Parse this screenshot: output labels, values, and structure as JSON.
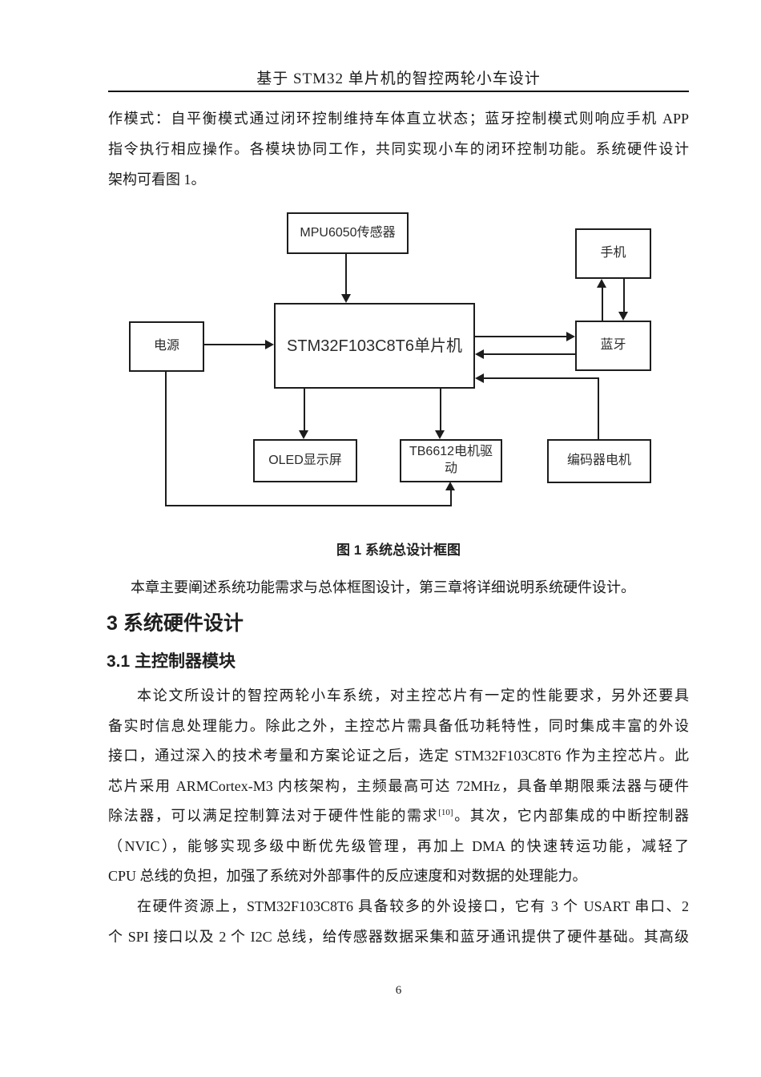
{
  "header": {
    "title": "基于 STM32 单片机的智控两轮小车设计"
  },
  "intro": {
    "lines": [
      "作模式：自平衡模式通过闭环控制维持车体直立状态；蓝牙控制模式则响应手机 APP",
      "指令执行相应操作。各模块协同工作，共同实现小车的闭环控制功能。系统硬件设计",
      "架构可看图 1。"
    ]
  },
  "diagram": {
    "caption": "图 1 系统总设计框图",
    "boxes": {
      "mpu": "MPU6050传感器",
      "phone": "手机",
      "power": "电源",
      "mcu": "STM32F103C8T6单片机",
      "bluetooth": "蓝牙",
      "oled": "OLED显示屏",
      "motor_driver": "TB6612电机驱动",
      "encoder": "编码器电机"
    }
  },
  "summary_line": "本章主要阐述系统功能需求与总体框图设计，第三章将详细说明系统硬件设计。",
  "headings": {
    "h1": "3 系统硬件设计",
    "h2": "3.1 主控制器模块"
  },
  "para1": {
    "lines": [
      "本论文所设计的智控两轮小车系统，对主控芯片有一定的性能要求，另外还要具",
      "备实时信息处理能力。除此之外，主控芯片需具备低功耗特性，同时集成丰富的外设",
      "接口，通过深入的技术考量和方案论证之后，选定 STM32F103C8T6 作为主控芯片。此",
      "芯片采用 ARMCortex-M3 内核架构，主频最高可达 72MHz，具备单期限乘法器与硬件",
      {
        "pre": "除法器，可以满足控制算法对于硬件性能的需求",
        "sup": "[10]",
        "post": "。其次，它内部集成的中断控制器"
      },
      "（NVIC），能够实现多级中断优先级管理，再加上 DMA 的快速转运功能，减轻了",
      "CPU 总线的负担，加强了系统对外部事件的反应速度和对数据的处理能力。"
    ]
  },
  "para2": {
    "lines": [
      "在硬件资源上，STM32F103C8T6 具备较多的外设接口，它有 3 个 USART 串口、2",
      "个 SPI 接口以及 2 个 I2C 总线，给传感器数据采集和蓝牙通讯提供了硬件基础。其高级"
    ]
  },
  "footer": {
    "page_number": "6"
  }
}
